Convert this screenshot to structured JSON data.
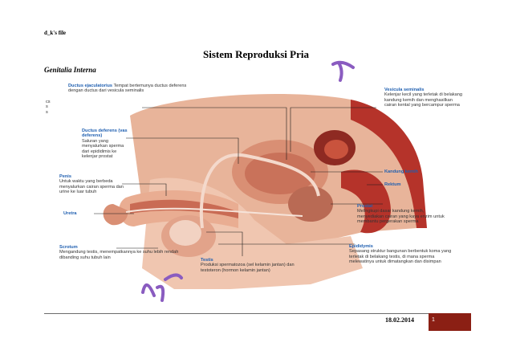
{
  "header": {
    "author": "d_k's file"
  },
  "title": "Sistem Reproduksi Pria",
  "subtitle": "Genitalia Interna",
  "figure": {
    "left_clip": [
      "cs",
      "s",
      "s"
    ],
    "labels": [
      {
        "id": "ductus-ejaculatorius",
        "heading": "Ductus ejaculatorius",
        "desc": "Tempat bertemunya ductus deferens dengan ductus dari vesicula seminalis"
      },
      {
        "id": "ductus-deferens",
        "heading": "Ductus deferens (vas deferens)",
        "desc": "Saluran yang menyalurkan sperma dari epididimis ke kelenjar prostat"
      },
      {
        "id": "penis",
        "heading": "Penis",
        "desc": "Untuk waktu yang berbeda menyalurkan cairan sperma dan urine ke luar tubuh"
      },
      {
        "id": "uretra",
        "heading": "Uretra",
        "desc": ""
      },
      {
        "id": "scrotum",
        "heading": "Scrotum",
        "desc": "Mengandung testis, menempatkannya ke suhu lebih rendah dibanding suhu tubuh lain"
      },
      {
        "id": "testis",
        "heading": "Testis",
        "desc": "Produksi spermatozoa (sel kelamin jantan) dan testoteron (hormon kelamin jantan)"
      },
      {
        "id": "vesicula-seminalis",
        "heading": "Vesicula seminalis",
        "desc": "Kelenjar kecil yang terletak di belakang kandung kemih dan menghasilkan cairan kental yang bercampur sperma"
      },
      {
        "id": "kandung-kemih",
        "heading": "Kandung kemih",
        "desc": ""
      },
      {
        "id": "rektum",
        "heading": "Rektum",
        "desc": ""
      },
      {
        "id": "prostat",
        "heading": "Prostat",
        "desc": "Melingkupi dasar kandung kemih, menyediakan cairan yang kaya enzim untuk membantu pergerakan sperma"
      },
      {
        "id": "epididymis",
        "heading": "Epididymis",
        "desc": "Sepasang struktur bangunan berbentuk koma yang terletak di belakang testis, di mana sperma melewatinya untuk dimatangkan dan disimpan"
      }
    ]
  },
  "footer": {
    "date": "18.02.2014",
    "page": "1"
  },
  "colors": {
    "accent": "#8b1f14",
    "label_heading": "#1f5fb0",
    "tissue": "#e3a088",
    "muscle": "#b5332a",
    "pen": "#8a5cc0"
  }
}
